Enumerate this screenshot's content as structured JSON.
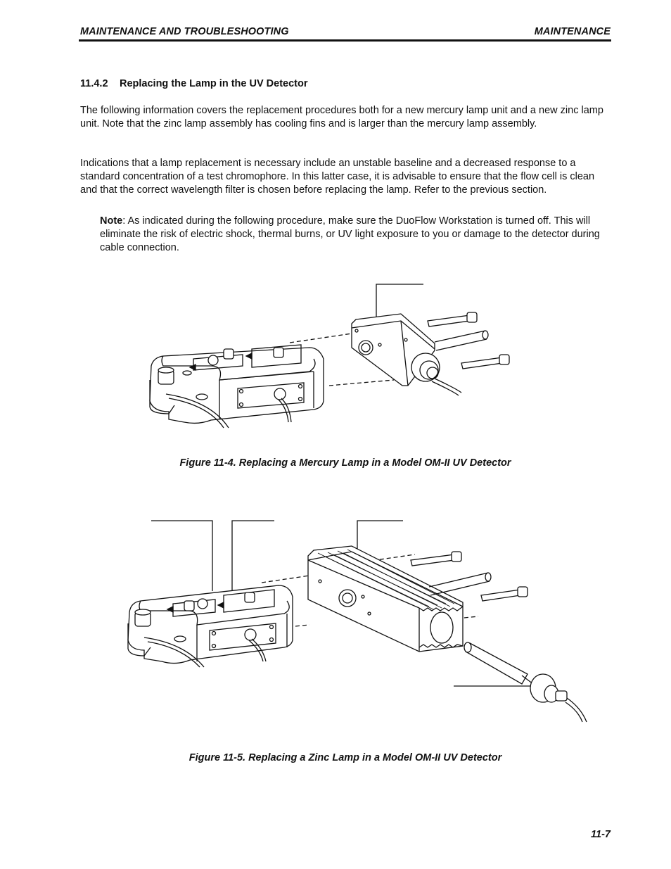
{
  "header": {
    "left": "MAINTENANCE AND TROUBLESHOOTING",
    "right": "MAINTENANCE"
  },
  "section": {
    "number": "11.4.2",
    "title": "Replacing the Lamp in the UV Detector"
  },
  "paragraphs": [
    "The following information covers the replacement procedures both for a new mercury lamp unit and a new zinc lamp unit. Note that the zinc lamp assembly has cooling fins and is larger than the mercury lamp assembly.",
    "Indications that a lamp replacement is necessary include an unstable baseline and a decreased response to a standard concentration of a test chromophore. In this latter case, it is advisable to ensure that the flow cell is clean and that the correct wavelength filter is chosen before replacing the lamp. Refer to the previous section."
  ],
  "note": {
    "label": "Note",
    "text": ": As indicated during the following procedure, make sure the DuoFlow Workstation is turned off. This will eliminate the risk of electric shock, thermal burns, or UV light exposure to you or damage to the detector during cable connection."
  },
  "figures": [
    {
      "caption": "Figure 11-4.  Replacing a Mercury Lamp in a Model OM-II UV Detector"
    },
    {
      "caption": "Figure 11-5.  Replacing a Zinc Lamp in a Model OM-II UV Detector"
    }
  ],
  "footer": {
    "page_number": "11-7"
  }
}
